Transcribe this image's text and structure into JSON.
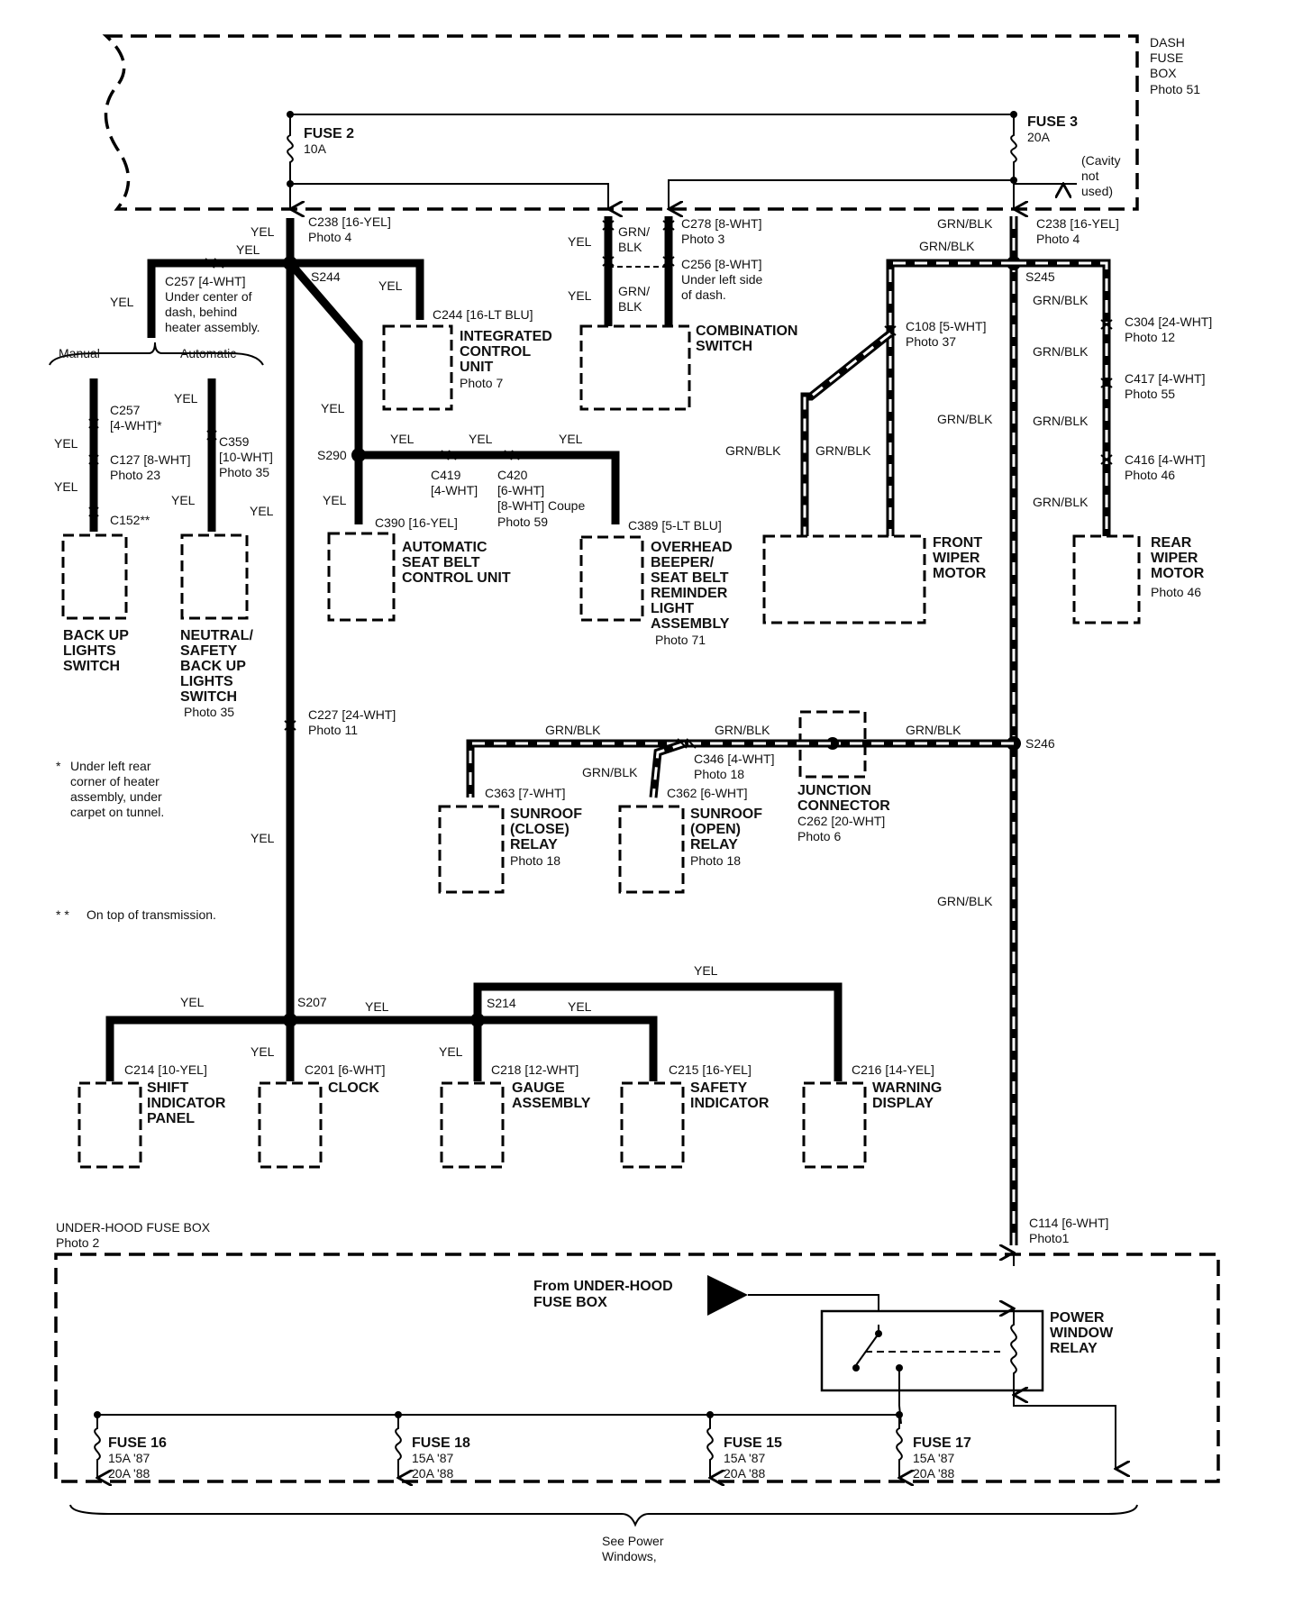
{
  "dash_fuse_box": {
    "title": [
      "DASH",
      "FUSE",
      "BOX"
    ],
    "photo": "Photo 51",
    "cavity": [
      "(Cavity",
      "not",
      "used)"
    ]
  },
  "fuses_top": {
    "fuse2": {
      "name": "FUSE 2",
      "rating": "10A"
    },
    "fuse3": {
      "name": "FUSE 3",
      "rating": "20A"
    }
  },
  "wires": {
    "yel": "YEL",
    "grn_blk": "GRN/BLK",
    "grn": "GRN/",
    "blk": "BLK"
  },
  "connectors": {
    "c238_l": "C238 [16-YEL]",
    "c238_l_photo": "Photo 4",
    "c238_r": "C238 [16-YEL]",
    "c238_r_photo": "Photo 4",
    "c278": "C278 [8-WHT]",
    "c278_photo": "Photo 3",
    "c256": "C256 [8-WHT]",
    "c256_note": [
      "Under left side",
      "of dash."
    ],
    "c257": "C257 [4-WHT]",
    "c257_note": [
      "Under center of",
      "dash, behind",
      "heater assembly."
    ],
    "c244": "C244 [16-LT BLU]",
    "c257b": [
      "C257",
      "[4-WHT]*"
    ],
    "c127": "C127 [8-WHT]",
    "c127_photo": "Photo 23",
    "c359": [
      "C359",
      "[10-WHT]",
      "Photo 35"
    ],
    "c152": "C152**",
    "c390": "C390 [16-YEL]",
    "c419": [
      "C419",
      "[4-WHT]"
    ],
    "c420": [
      "C420",
      "[6-WHT]",
      "[8-WHT] Coupe",
      "Photo 59"
    ],
    "c389": "C389 [5-LT BLU]",
    "c108": "C108 [5-WHT]",
    "c108_photo": "Photo 37",
    "c304": "C304 [24-WHT]",
    "c304_photo": "Photo 12",
    "c417": "C417 [4-WHT]",
    "c417_photo": "Photo 55",
    "c416": "C416 [4-WHT]",
    "c416_photo": "Photo 46",
    "c227": "C227 [24-WHT]",
    "c227_photo": "Photo 11",
    "c346": "C346 [4-WHT]",
    "c346_photo": "Photo 18",
    "c363": "C363 [7-WHT]",
    "c362": "C362 [6-WHT]",
    "c262": "C262 [20-WHT]",
    "c262_photo": "Photo 6",
    "c214": "C214 [10-YEL]",
    "c201": "C201 [6-WHT]",
    "c218": "C218 [12-WHT]",
    "c215": "C215 [16-YEL]",
    "c216": "C216 [14-YEL]",
    "c114": "C114 [6-WHT]",
    "c114_photo": "Photo1"
  },
  "splices": {
    "s244": "S244",
    "s245": "S245",
    "s290": "S290",
    "s246": "S246",
    "s207": "S207",
    "s214": "S214"
  },
  "components": {
    "icu": [
      "INTEGRATED",
      "CONTROL",
      "UNIT",
      "Photo 7"
    ],
    "combo": [
      "COMBINATION",
      "SWITCH"
    ],
    "backup": [
      "BACK UP",
      "LIGHTS",
      "SWITCH"
    ],
    "neutral": [
      "NEUTRAL/",
      "SAFETY",
      "BACK UP",
      "LIGHTS",
      "SWITCH",
      "Photo 35"
    ],
    "auto_seat": [
      "AUTOMATIC",
      "SEAT BELT",
      "CONTROL UNIT"
    ],
    "beeper": [
      "OVERHEAD",
      "BEEPER/",
      "SEAT BELT",
      "REMINDER",
      "LIGHT",
      "ASSEMBLY",
      "Photo 71"
    ],
    "front_wiper": [
      "FRONT",
      "WIPER",
      "MOTOR"
    ],
    "rear_wiper": [
      "REAR",
      "WIPER",
      "MOTOR",
      "Photo 46"
    ],
    "sunroof_close": [
      "SUNROOF",
      "(CLOSE)",
      "RELAY",
      "Photo 18"
    ],
    "sunroof_open": [
      "SUNROOF",
      "(OPEN)",
      "RELAY",
      "Photo 18"
    ],
    "junction": [
      "JUNCTION",
      "CONNECTOR"
    ],
    "shift": [
      "SHIFT",
      "INDICATOR",
      "PANEL"
    ],
    "clock": "CLOCK",
    "gauge": [
      "GAUGE",
      "ASSEMBLY"
    ],
    "safety": [
      "SAFETY",
      "INDICATOR"
    ],
    "warning": [
      "WARNING",
      "DISPLAY"
    ],
    "pw_relay": [
      "POWER",
      "WINDOW",
      "RELAY"
    ]
  },
  "transmission": {
    "manual": "Manual",
    "automatic": "Automatic"
  },
  "notes": {
    "star": [
      "Under left rear",
      "corner of heater",
      "assembly, under",
      "carpet on tunnel."
    ],
    "star_mark": "*",
    "dstar": "On top of transmission.",
    "dstar_mark": "* *"
  },
  "underhood": {
    "title": "UNDER-HOOD FUSE BOX",
    "photo": "Photo 2",
    "from": [
      "From UNDER-HOOD",
      "FUSE BOX"
    ],
    "fuses": [
      {
        "name": "FUSE 16",
        "r1": "15A '87",
        "r2": "20A '88"
      },
      {
        "name": "FUSE 18",
        "r1": "15A '87",
        "r2": "20A '88"
      },
      {
        "name": "FUSE 15",
        "r1": "15A '87",
        "r2": "20A '88"
      },
      {
        "name": "FUSE 17",
        "r1": "15A '87",
        "r2": "20A '88"
      }
    ],
    "see": [
      "See Power",
      "Windows,"
    ]
  }
}
